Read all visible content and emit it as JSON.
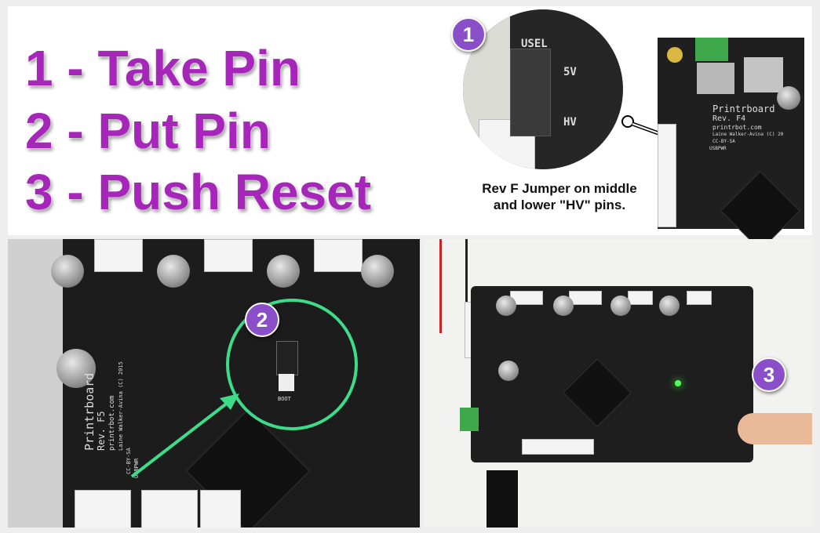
{
  "steps": [
    "1 - Take Pin",
    "2 - Put Pin",
    "3 - Push Reset"
  ],
  "badges": [
    "1",
    "2",
    "3"
  ],
  "caption": {
    "line1": "Rev F Jumper on middle",
    "line2": "and lower \"HV\" pins."
  },
  "board_f4": {
    "name": "Printrboard",
    "rev": "Rev. F4",
    "site": "printrbot.com",
    "author": "Laine Walker-Avina (C) 20",
    "license": "CC-BY-SA",
    "usbpwr": "USBPWR"
  },
  "jumper_labels": {
    "usel": "USEL",
    "v5": "5V",
    "hv": "HV"
  },
  "board_f5": {
    "name": "Printrboard",
    "rev": "Rev. F5",
    "site": "printrbot.com",
    "author": "Laine Walker-Avina (C) 2015",
    "license": "CC-BY-SA",
    "usbpwr": "USBPWR",
    "boot": "BOOT"
  },
  "colors": {
    "title_purple": "#a526b8",
    "badge_purple": "#8a4fc8",
    "highlight_green": "#3ddc8a",
    "pcb": "#1f1f1f"
  }
}
